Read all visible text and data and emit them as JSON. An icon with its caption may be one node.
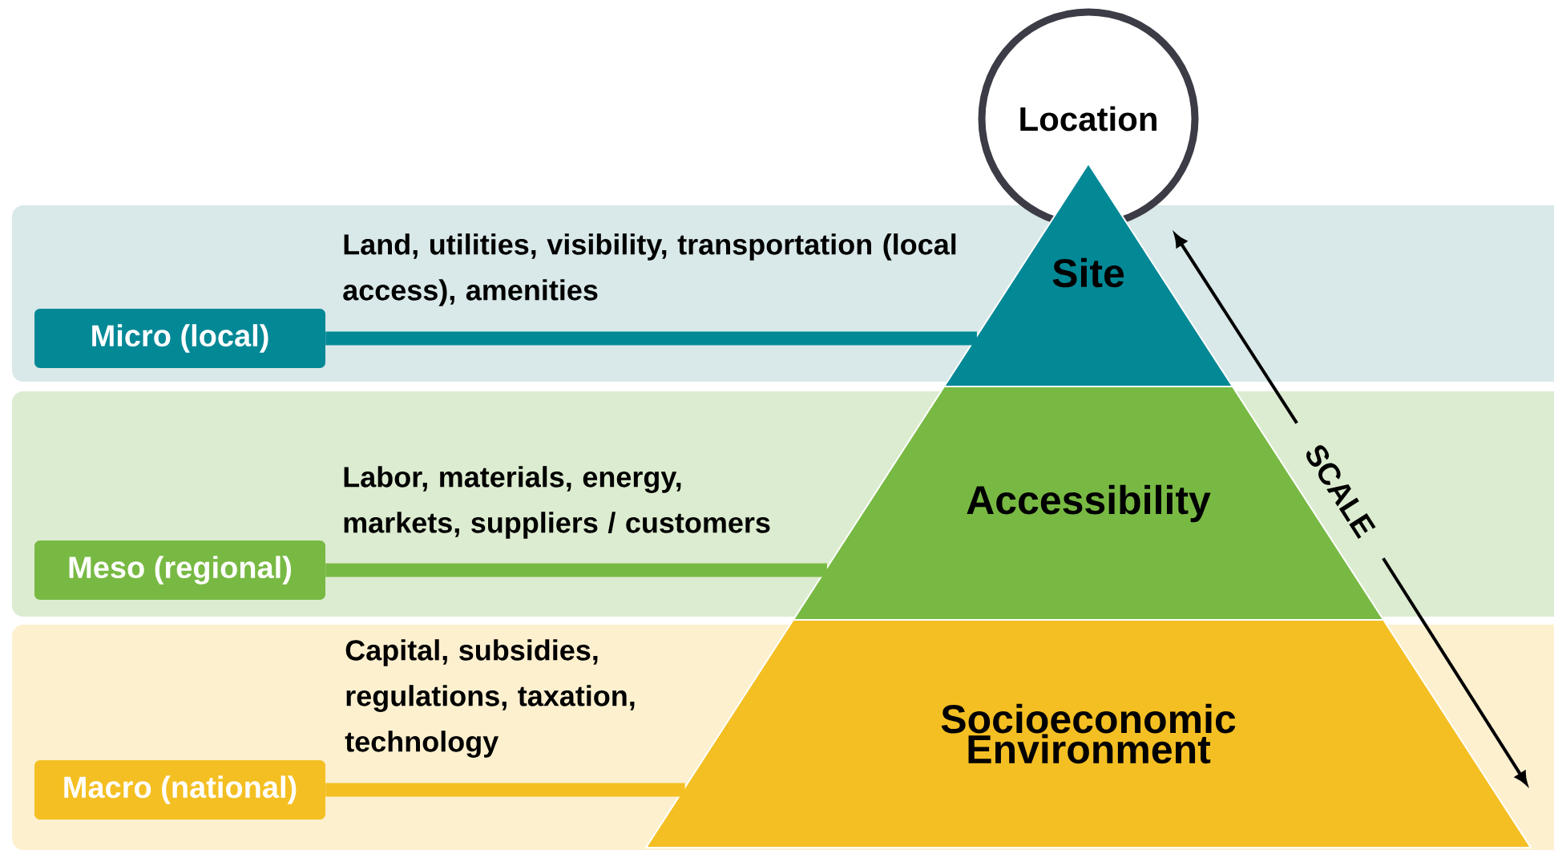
{
  "diagram": {
    "nodes": [
      {
        "text": [
          "Location"
        ]
      },
      {
        "text": [
          "Site"
        ]
      },
      {
        "text": [
          "Accessibility"
        ]
      },
      {
        "text": [
          "Socioeconomic Environment"
        ]
      },
      {
        "text": [
          "Micro (local)"
        ]
      },
      {
        "text": [
          "Meso (regional)"
        ]
      },
      {
        "text": [
          "Macro (national)"
        ]
      }
    ],
    "edges": [
      {
        "from": 4,
        "to": 1,
        "arrow": "none",
        "color": "#038896"
      },
      {
        "from": 5,
        "to": 2,
        "arrow": "none",
        "color": "#78b943"
      },
      {
        "from": 6,
        "to": 3,
        "arrow": "none",
        "color": "#f4bf22"
      }
    ],
    "labels": [
      "Land, utilities, visibility, transportation (local access), amenities",
      "Labor, materials, energy, markets, suppliers / customers",
      "Capital, subsidies, regulations, taxation, technology",
      "SCALE"
    ]
  }
}
